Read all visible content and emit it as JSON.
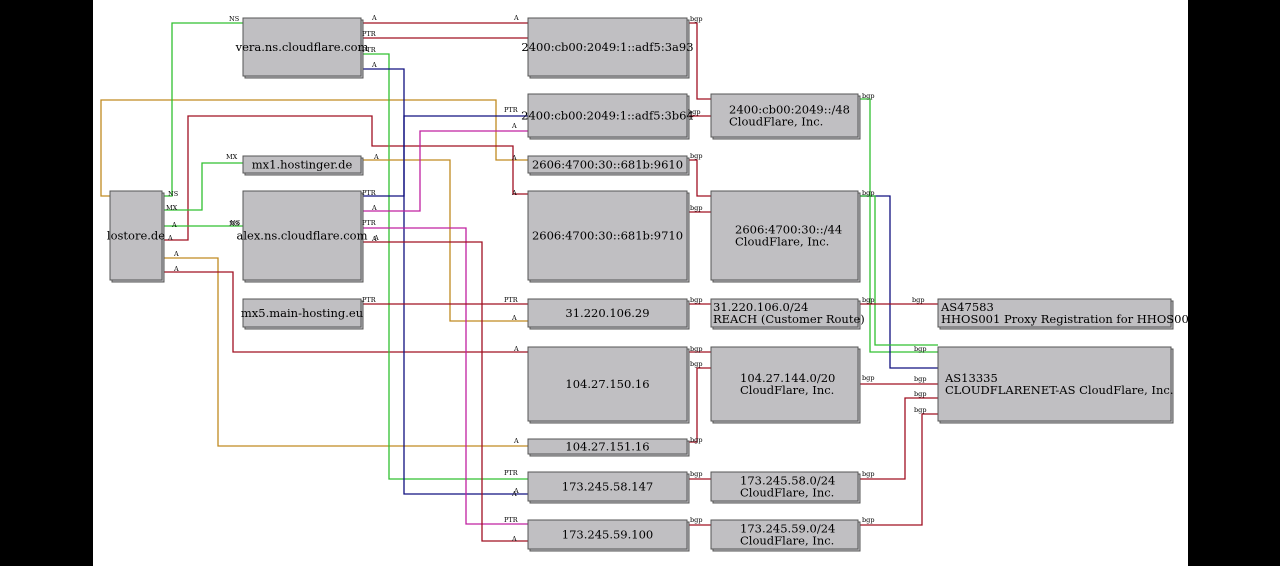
{
  "colors": {
    "red": "#a01022",
    "green": "#30c030",
    "navy": "#101080",
    "magenta": "#c020a0",
    "orange": "#c08a20"
  },
  "nodes": [
    {
      "id": "lostore",
      "label": [
        "lostore.de"
      ]
    },
    {
      "id": "vera",
      "label": [
        "vera.ns.cloudflare.com"
      ]
    },
    {
      "id": "mx1",
      "label": [
        "mx1.hostinger.de"
      ]
    },
    {
      "id": "alex",
      "label": [
        "alex.ns.cloudflare.com"
      ]
    },
    {
      "id": "mx5",
      "label": [
        "mx5.main-hosting.eu"
      ]
    },
    {
      "id": "ip3a93",
      "label": [
        "2400:cb00:2049:1::adf5:3a93"
      ]
    },
    {
      "id": "ip3b64",
      "label": [
        "2400:cb00:2049:1::adf5:3b64"
      ]
    },
    {
      "id": "ip9610",
      "label": [
        "2606:4700:30::681b:9610"
      ]
    },
    {
      "id": "ip9710",
      "label": [
        "2606:4700:30::681b:9710"
      ]
    },
    {
      "id": "ip31",
      "label": [
        "31.220.106.29"
      ]
    },
    {
      "id": "ip10416",
      "label": [
        "104.27.150.16"
      ]
    },
    {
      "id": "ip10415",
      "label": [
        "104.27.151.16"
      ]
    },
    {
      "id": "ip173147",
      "label": [
        "173.245.58.147"
      ]
    },
    {
      "id": "ip173100",
      "label": [
        "173.245.59.100"
      ]
    },
    {
      "id": "net2400",
      "label": [
        "2400:cb00:2049::/48",
        "CloudFlare, Inc."
      ]
    },
    {
      "id": "net2606",
      "label": [
        "2606:4700:30::/44",
        "CloudFlare, Inc."
      ]
    },
    {
      "id": "net31",
      "label": [
        "31.220.106.0/24",
        "REACH (Customer Route)"
      ]
    },
    {
      "id": "net104",
      "label": [
        "104.27.144.0/20",
        "CloudFlare, Inc."
      ]
    },
    {
      "id": "net17358",
      "label": [
        "173.245.58.0/24",
        "CloudFlare, Inc."
      ]
    },
    {
      "id": "net17359",
      "label": [
        "173.245.59.0/24",
        "CloudFlare, Inc."
      ]
    },
    {
      "id": "as47583",
      "label": [
        "AS47583",
        "HHOS001 Proxy Registration for HHOS001"
      ]
    },
    {
      "id": "as13335",
      "label": [
        "AS13335",
        "CLOUDFLARENET-AS CloudFlare, Inc."
      ]
    }
  ],
  "edge_labels": [
    {
      "text": "NS"
    },
    {
      "text": "MX"
    },
    {
      "text": "NS"
    },
    {
      "text": "A"
    },
    {
      "text": "A"
    },
    {
      "text": "A"
    },
    {
      "text": "A"
    },
    {
      "text": "NS"
    },
    {
      "text": "A"
    },
    {
      "text": "PTR"
    },
    {
      "text": "A"
    },
    {
      "text": "A"
    },
    {
      "text": "PTR"
    },
    {
      "text": "MX"
    },
    {
      "text": "A"
    },
    {
      "text": "NS"
    },
    {
      "text": "PTR"
    },
    {
      "text": "A"
    },
    {
      "text": "PTR"
    },
    {
      "text": "A"
    },
    {
      "text": "A"
    },
    {
      "text": "PTR"
    },
    {
      "text": "PTR"
    },
    {
      "text": "A"
    },
    {
      "text": "A"
    },
    {
      "text": "A"
    },
    {
      "text": "PTR"
    },
    {
      "text": "A"
    },
    {
      "text": "A"
    },
    {
      "text": "A"
    },
    {
      "text": "A"
    },
    {
      "text": "PTR"
    },
    {
      "text": "A"
    },
    {
      "text": "PTR"
    },
    {
      "text": "A"
    },
    {
      "text": "bgp"
    },
    {
      "text": "bgp"
    },
    {
      "text": "bgp"
    },
    {
      "text": "bgp"
    },
    {
      "text": "bgp"
    },
    {
      "text": "bgp"
    },
    {
      "text": "bgp"
    },
    {
      "text": "bgp"
    },
    {
      "text": "bgp"
    },
    {
      "text": "bgp"
    },
    {
      "text": "bgp"
    },
    {
      "text": "bgp"
    },
    {
      "text": "bgp"
    },
    {
      "text": "bgp"
    },
    {
      "text": "bgp"
    },
    {
      "text": "bgp"
    },
    {
      "text": "bgp"
    },
    {
      "text": "bgp"
    },
    {
      "text": "bgp"
    },
    {
      "text": "bgp"
    },
    {
      "text": "bgp"
    }
  ]
}
